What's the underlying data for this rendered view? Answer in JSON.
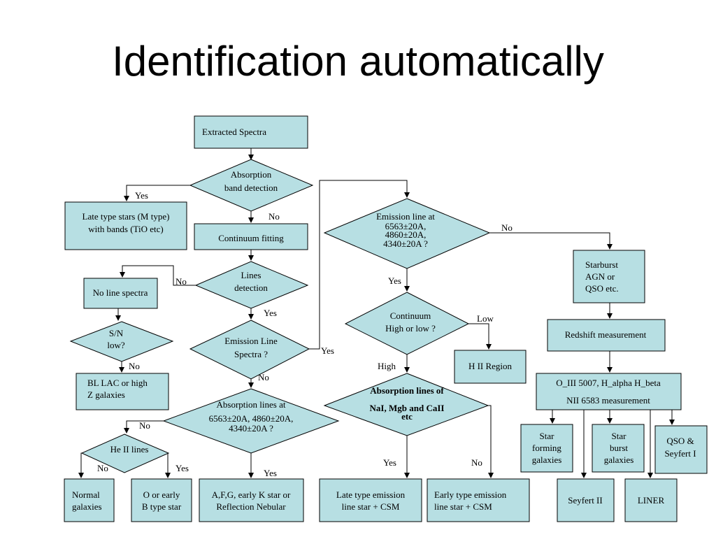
{
  "title": "Identification automatically",
  "nodes": {
    "extracted": "Extracted Spectra",
    "absorption_band": [
      "Absorption",
      "band detection"
    ],
    "late_type": [
      "Late type stars (M type)",
      "with bands (TiO etc)"
    ],
    "continuum_fitting": "Continuum fitting",
    "lines_detection": [
      "Lines",
      "detection"
    ],
    "no_line": "No line spectra",
    "sn_low": [
      "S/N",
      "low?"
    ],
    "bllac": [
      "BL LAC or  high",
      "Z galaxies"
    ],
    "emission_line_spectra": [
      "Emission Line",
      "Spectra ?"
    ],
    "absorption_lines_at": [
      "Absorption lines at",
      "6563±20A, 4860±20A,",
      "4340±20A ?"
    ],
    "he_ii": "He II lines",
    "normal": [
      "Normal",
      "galaxies"
    ],
    "o_early": [
      "O or early",
      "B type star"
    ],
    "afg": [
      "A,F,G, early K star or",
      "Reflection Nebular"
    ],
    "emission_line_at": [
      "Emission line at",
      "6563±20A,",
      "4860±20A,",
      "4340±20A ?"
    ],
    "continuum_hl": [
      "Continuum",
      "High or low ?"
    ],
    "h_ii": "H II Region",
    "absorption_nai": [
      "Absorption lines of",
      "NaI, Mgb and CaII",
      "etc"
    ],
    "late_emission": [
      "Late  type emission",
      "line star + CSM"
    ],
    "early_emission": [
      "Early type emission",
      "line star + CSM"
    ],
    "starburst": [
      "Starburst",
      "AGN or",
      "QSO etc."
    ],
    "redshift": "Redshift measurement",
    "oiii": [
      "O_III 5007, H_alpha H_beta",
      "NII 6583 measurement"
    ],
    "star_forming": [
      "Star",
      "forming",
      "galaxies"
    ],
    "star_burst": [
      "Star",
      "burst",
      "galaxies"
    ],
    "qso_seyfert": [
      "QSO &",
      "Seyfert I"
    ],
    "seyfert_ii": "Seyfert II",
    "liner": "LINER"
  },
  "edge_labels": {
    "yes": "Yes",
    "no": "No",
    "low": "Low",
    "high": "High"
  }
}
